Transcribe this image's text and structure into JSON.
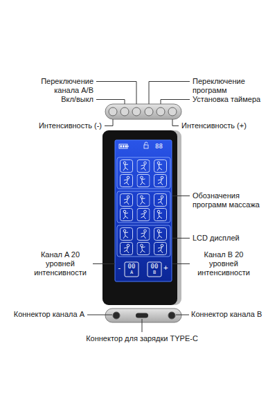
{
  "diagram": {
    "labels": [
      "Переключение канала A/B",
      "Вкл/выкл",
      "Интенсивность (-)",
      "Переключение программ",
      "Установка таймера",
      "Интенсивность (+)",
      "88",
      "Обозначения программ массажа",
      "LCD дисплей",
      "Канал A 20 уровней интенсивности",
      "-",
      "00",
      "A",
      "00",
      "B",
      "+",
      "Канал B 20 уровней интенсивности",
      "Коннектор канала A",
      "Коннектор канала B",
      "Коннектор для зарядки TYPE-C"
    ]
  }
}
